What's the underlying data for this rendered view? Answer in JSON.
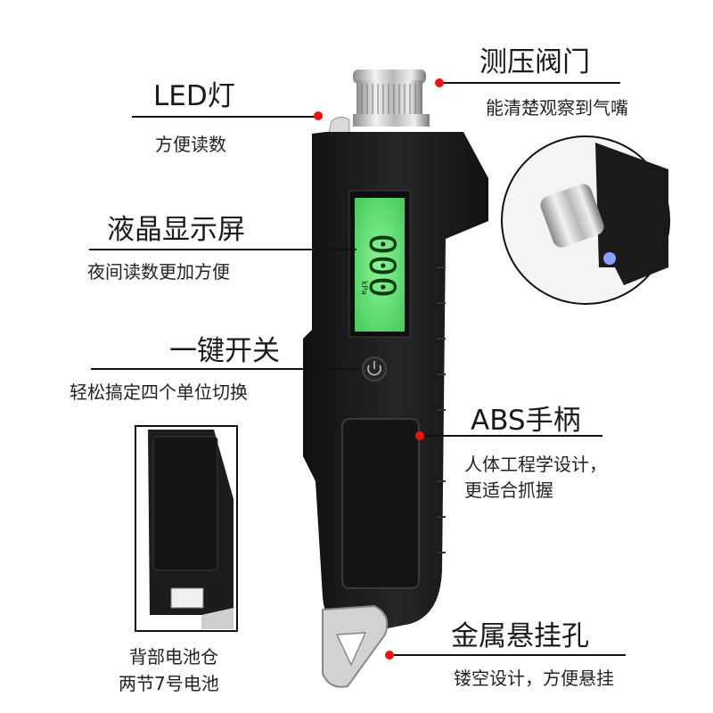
{
  "callouts": {
    "valve": {
      "title": "测压阀门",
      "desc": "能清楚观察到气嘴"
    },
    "led": {
      "title": "LED灯",
      "desc": "方便读数"
    },
    "lcd": {
      "title": "液晶显示屏",
      "desc": "夜间读数更加方便"
    },
    "button": {
      "title": "一键开关",
      "desc": "轻松搞定四个单位切换"
    },
    "handle": {
      "title": "ABS手柄",
      "desc_line1": "人体工程学设计，",
      "desc_line2": "更适合抓握"
    },
    "hole": {
      "title": "金属悬挂孔",
      "desc": "镂空设计，方便悬挂"
    },
    "battery": {
      "line1": "背部电池仓",
      "line2": "两节7号电池"
    }
  },
  "display": {
    "reading": "000",
    "unit": "kPa"
  },
  "icons": [
    "power-icon"
  ],
  "colors": {
    "marker": "#e11111",
    "lcd": "#63e07a",
    "body": "#1b1b1b"
  }
}
